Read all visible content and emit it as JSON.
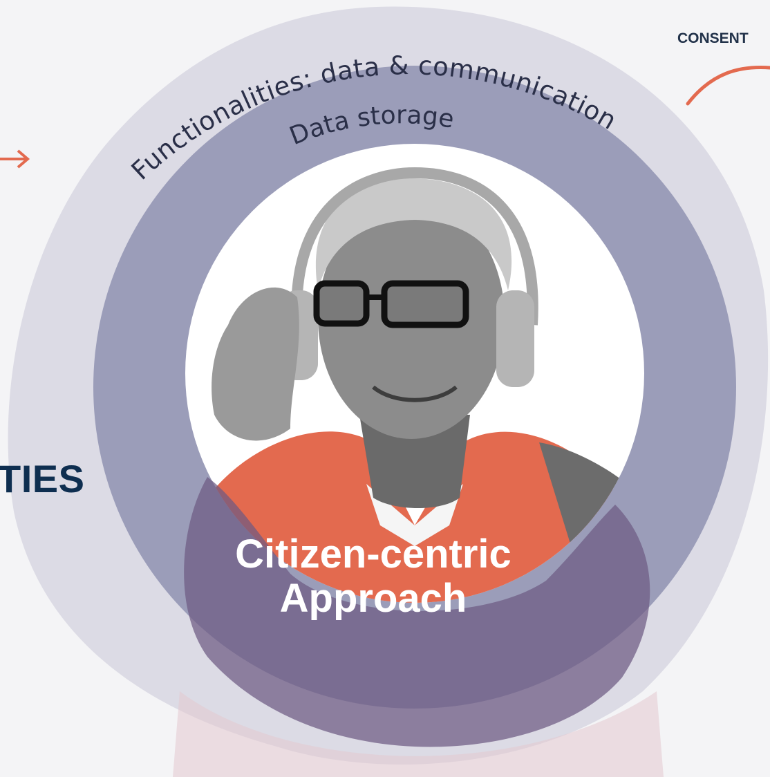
{
  "diagram": {
    "outer_ring_label": "Functionalities: data & communication",
    "inner_ring_label": "Data storage",
    "center_line_1": "Citizen-centric",
    "center_line_2": "Approach",
    "side_label_left": "TIES",
    "side_label_top_right": "CONSENT"
  },
  "colors": {
    "background": "#f4f4f6",
    "outer_ring": "#dcdbe5",
    "inner_ring": "#9b9db9",
    "center_disc": "#ffffff",
    "accent_orange": "#e36a4f",
    "overlay_purple": "#6e5a82",
    "text_dark": "#22324a"
  },
  "icons": {
    "left_arrow": "arrow-right-icon",
    "photo": "elderly-man-headphones-photo"
  }
}
